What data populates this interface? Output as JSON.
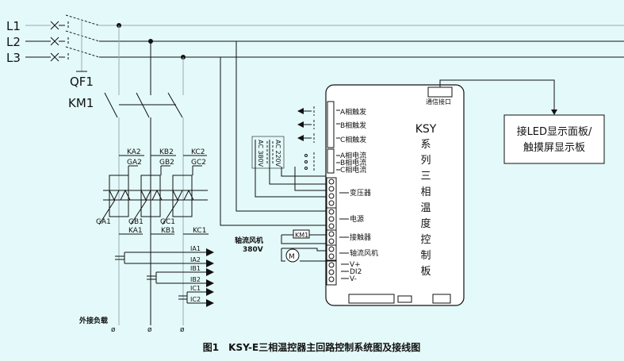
{
  "lines": {
    "l1": "L1",
    "l2": "L2",
    "l3": "L3"
  },
  "breaker": "QF1",
  "contactor": "KM1",
  "thyristors": {
    "ka2": "KA2",
    "ga2": "GA2",
    "kb2": "KB2",
    "gb2": "GB2",
    "kc2": "KC2",
    "gc2": "GC2",
    "ga1": "GA1",
    "gb1": "GB1",
    "gc1": "GC1",
    "ka1": "KA1",
    "kb1": "KB1",
    "kc1": "KC1"
  },
  "current_transformers": [
    "IA1",
    "IA2",
    "IB1",
    "IB2",
    "IC1",
    "IC2"
  ],
  "load_label": "外接负载",
  "fan_label": "轴流风机",
  "fan_voltage": "380V",
  "km_box": "KM1",
  "motor": "M",
  "transformer": {
    "primary": "AC 380V",
    "secondary": "AC 220V"
  },
  "board": {
    "title_lines": [
      "KSY",
      "系",
      "列",
      "三",
      "相",
      "温",
      "度",
      "控",
      "制",
      "板"
    ],
    "comm_port": "通信接口",
    "terminals": {
      "a_trigger": "A相触发",
      "b_trigger": "B相触发",
      "c_trigger": "C相触发",
      "a_current": "A相电流",
      "b_current": "B相电流",
      "c_current": "C相电流",
      "transformer": "变压器",
      "power": "电源",
      "contactor": "接触器",
      "fan": "轴流风机",
      "vplus": "V+",
      "di2": "DI2",
      "vminus": "V-"
    }
  },
  "display_box": [
    "接LED显示面板/",
    "触摸屏显示板"
  ],
  "caption": "图1　KSY-E三相温控器主回路控制系统图及接线图"
}
